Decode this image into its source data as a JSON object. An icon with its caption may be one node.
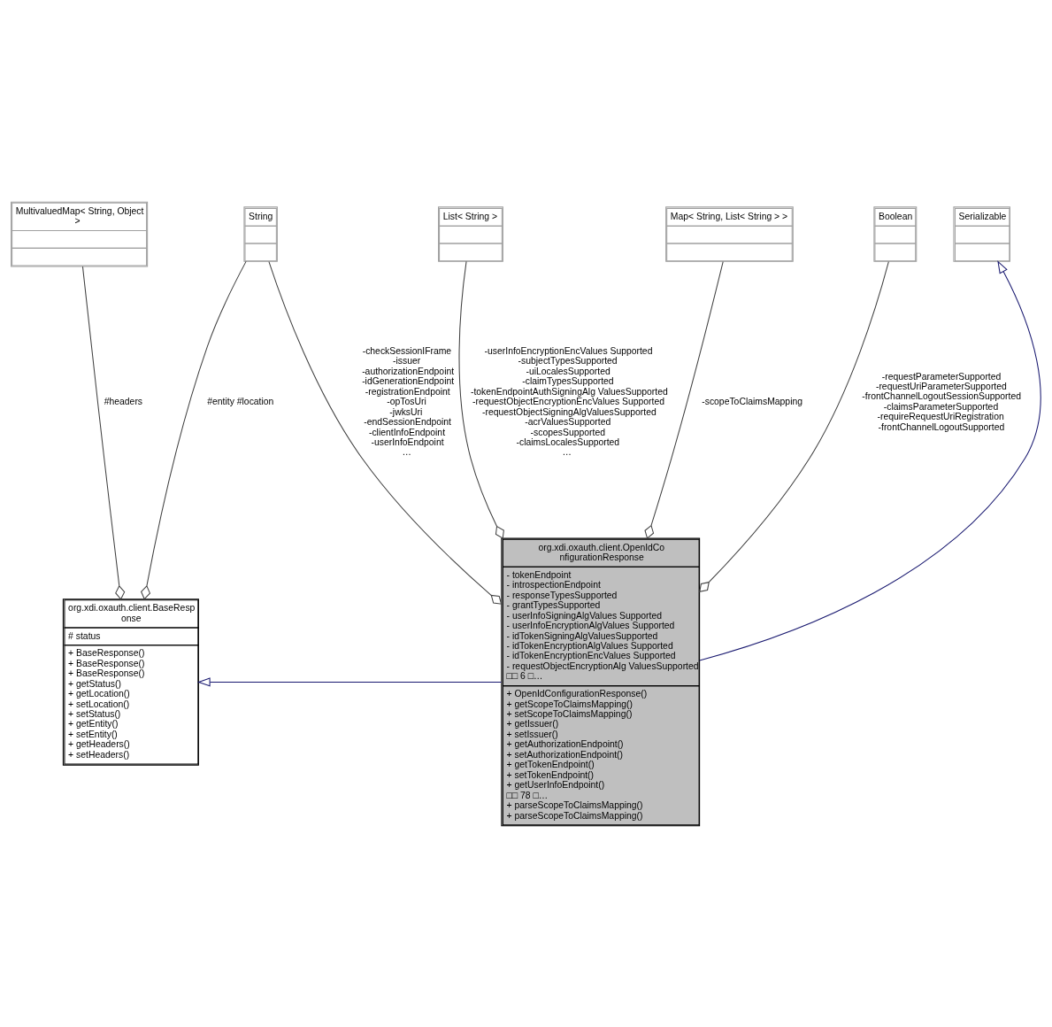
{
  "diagram": {
    "nodes": [
      {
        "text": [
          "MultivaluedMap< String, Object >"
        ]
      },
      {
        "text": [
          "String"
        ]
      },
      {
        "text": [
          "org.xdi.oxauth.client.BaseResponse",
          "# status",
          "+ BaseResponse() + BaseResponse() + BaseResponse() + getStatus() + getLocation() + setLocation() + setStatus() + getEntity() + setEntity() + getHeaders() + setHeaders()"
        ]
      },
      {
        "text": [
          "Serializable"
        ]
      },
      {
        "text": [
          "List< String >"
        ]
      },
      {
        "text": [
          "Map< String, List< String > >"
        ]
      },
      {
        "text": [
          "Boolean"
        ]
      },
      {
        "text": [
          "org.xdi.oxauth.client.OpenIdConfigurationResponse",
          "- tokenEndpoint - introspectionEndpoint - responseTypesSupported - grantTypesSupported - userInfoSigningAlgValues Supported - userInfoEncryptionAlgValues Supported - idTokenSigningAlgValuesSupported - idTokenEncryptionAlgValues Supported - idTokenEncryptionEncValues Supported - requestObjectEncryptionAlg ValuesSupported □□ 6 □…",
          "+ OpenIdConfigurationResponse() + getScopeToClaimsMapping() + setScopeToClaimsMapping() + getIssuer() + setIssuer() + getAuthorizationEndpoint() + setAuthorizationEndpoint() + getTokenEndpoint() + setTokenEndpoint() + getUserInfoEndpoint() □□ 78 □… + parseScopeToClaimsMapping() + parseScopeToClaimsMapping()"
        ]
      }
    ],
    "edges": [
      {
        "from": 0,
        "to": 2,
        "arrow": "other",
        "label": "#headers"
      },
      {
        "from": 1,
        "to": 2,
        "arrow": "other",
        "label": "#entity #location"
      },
      {
        "from": 7,
        "to": 2,
        "arrow": "to",
        "color": "#191970"
      },
      {
        "from": 1,
        "to": 7,
        "arrow": "other",
        "label": "-checkSessionIFrame -issuer -authorizationEndpoint -idGenerationEndpoint -registrationEndpoint -opTosUri -jwksUri -endSessionEndpoint -clientInfoEndpoint -userInfoEndpoint …"
      },
      {
        "from": 7,
        "to": 3,
        "arrow": "to",
        "color": "#191970"
      },
      {
        "from": 4,
        "to": 7,
        "arrow": "other",
        "label": "-userInfoEncryptionEncValues Supported -subjectTypesSupported -uiLocalesSupported -claimTypesSupported -tokenEndpointAuthSigningAlg ValuesSupported -requestObjectEncryptionEncValues Supported -requestObjectSigningAlgValuesSupported -acrValuesSupported -scopesSupported -claimsLocalesSupported …"
      },
      {
        "from": 5,
        "to": 7,
        "arrow": "other",
        "label": "-scopeToClaimsMapping"
      },
      {
        "from": 6,
        "to": 7,
        "arrow": "other",
        "label": "-requestParameterSupported -requestUriParameterSupported -frontChannelLogoutSessionSupported -claimsParameterSupported -requireRequestUriRegistration -frontChannelLogoutSupported"
      }
    ]
  }
}
